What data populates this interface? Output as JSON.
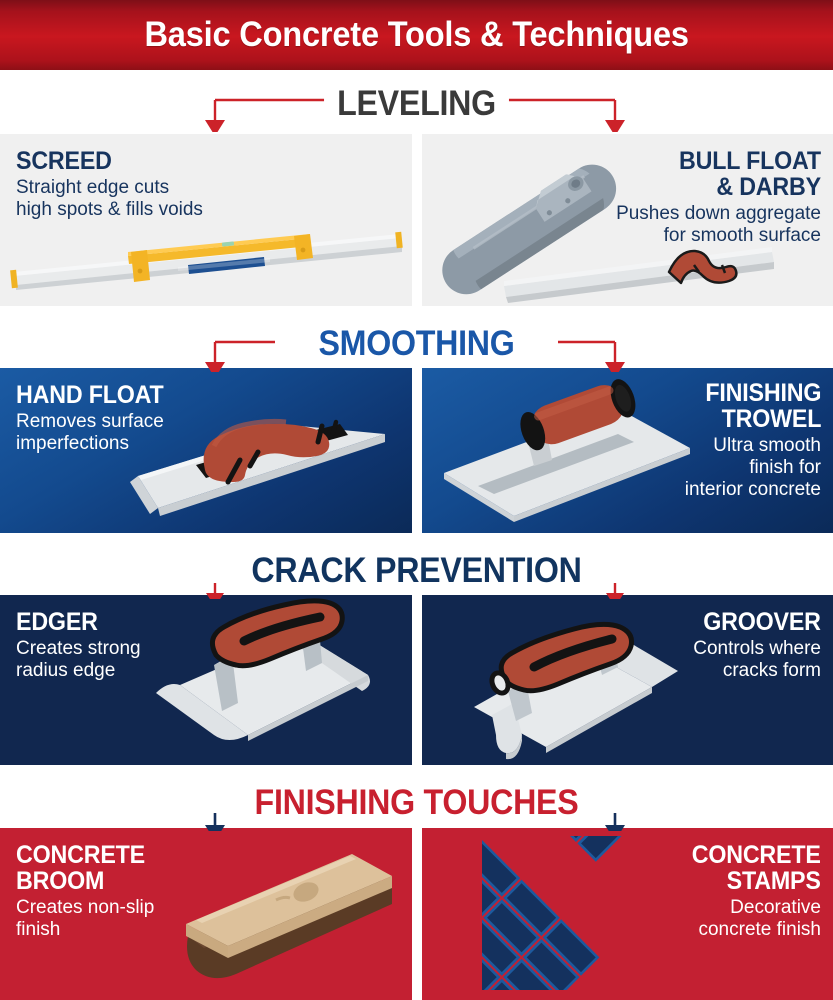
{
  "header": {
    "title": "Basic Concrete Tools & Techniques",
    "background_color": "#c9171f"
  },
  "colors": {
    "red": "#c32032",
    "dark_red": "#8f1018",
    "navy": "#11274f",
    "text_navy": "#17345e",
    "royal_blue": "#1a57a8",
    "charcoal": "#3a3a3a",
    "panel_gray": "#f0f0f0",
    "tool_red_handle": "#b24736",
    "tool_steel": "#dfe2e4",
    "screed_yellow": "#f0b323",
    "screed_blue": "#1d4f91",
    "broom_wood": "#dcc09a",
    "broom_bristle": "#5a3b25"
  },
  "sections": [
    {
      "id": "leveling",
      "heading": "LEVELING",
      "heading_color": "#3a3a3a",
      "arrow_color": "#cc2229",
      "connector": true,
      "panels": [
        {
          "id": "screed",
          "title": "SCREED",
          "description": "Straight edge cuts\nhigh spots & fills voids",
          "align": "left",
          "theme": "th-gray",
          "icon": "screed-tool-illustration"
        },
        {
          "id": "bull-float-darby",
          "title": "BULL FLOAT\n& DARBY",
          "description": "Pushes down aggregate\nfor smooth surface",
          "align": "right",
          "theme": "th-gray",
          "icon": "bull-float-darby-illustration"
        }
      ]
    },
    {
      "id": "smoothing",
      "heading": "SMOOTHING",
      "heading_color": "#1a57a8",
      "arrow_color": "#cc2229",
      "connector": true,
      "panels": [
        {
          "id": "hand-float",
          "title": "HAND FLOAT",
          "description": "Removes surface\nimperfections",
          "align": "left",
          "theme": "th-blue",
          "icon": "hand-float-illustration"
        },
        {
          "id": "finishing-trowel",
          "title": "FINISHING\nTROWEL",
          "description": "Ultra smooth\nfinish for\ninterior concrete",
          "align": "right",
          "theme": "th-blue",
          "icon": "finishing-trowel-illustration"
        }
      ]
    },
    {
      "id": "crack-prevention",
      "heading": "CRACK PREVENTION",
      "heading_color": "#11345f",
      "arrow_color": "#cc2229",
      "connector": false,
      "panels": [
        {
          "id": "edger",
          "title": "EDGER",
          "description": "Creates strong\nradius edge",
          "align": "left",
          "theme": "th-navy",
          "icon": "edger-illustration"
        },
        {
          "id": "groover",
          "title": "GROOVER",
          "description": "Controls where\ncracks form",
          "align": "right",
          "theme": "th-navy",
          "icon": "groover-illustration"
        }
      ]
    },
    {
      "id": "finishing-touches",
      "heading": "FINISHING TOUCHES",
      "heading_color": "#c8202f",
      "arrow_color": "#15305c",
      "connector": false,
      "panels": [
        {
          "id": "concrete-broom",
          "title": "CONCRETE\nBROOM",
          "description": "Creates non-slip\nfinish",
          "align": "left",
          "theme": "th-red",
          "icon": "concrete-broom-illustration"
        },
        {
          "id": "concrete-stamps",
          "title": "CONCRETE\nSTAMPS",
          "description": "Decorative\nconcrete finish",
          "align": "right",
          "theme": "th-red",
          "icon": "concrete-stamps-illustration"
        }
      ]
    }
  ]
}
